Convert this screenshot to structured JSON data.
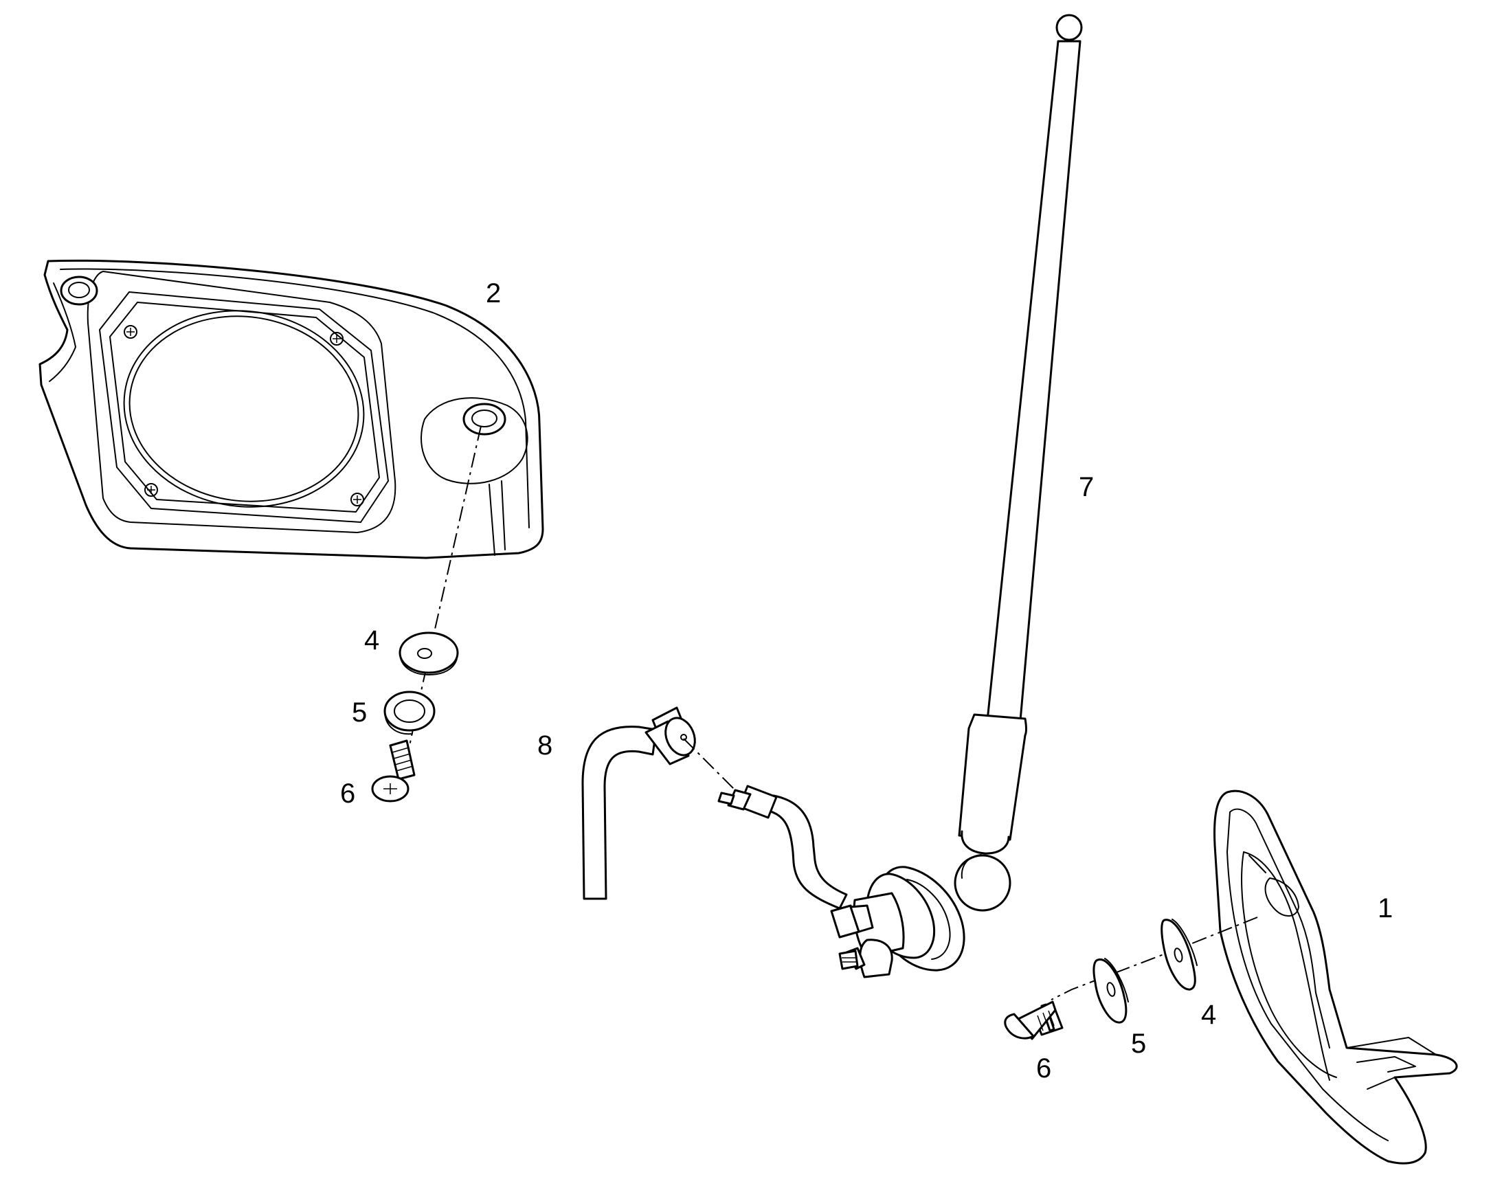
{
  "callouts": {
    "c1": "1",
    "c2": "2",
    "c4a": "4",
    "c4b": "4",
    "c5a": "5",
    "c5b": "5",
    "c6a": "6",
    "c6b": "6",
    "c7": "7",
    "c8": "8"
  },
  "colors": {
    "line": "#000000",
    "fill": "#ffffff",
    "background": "#ffffff"
  }
}
